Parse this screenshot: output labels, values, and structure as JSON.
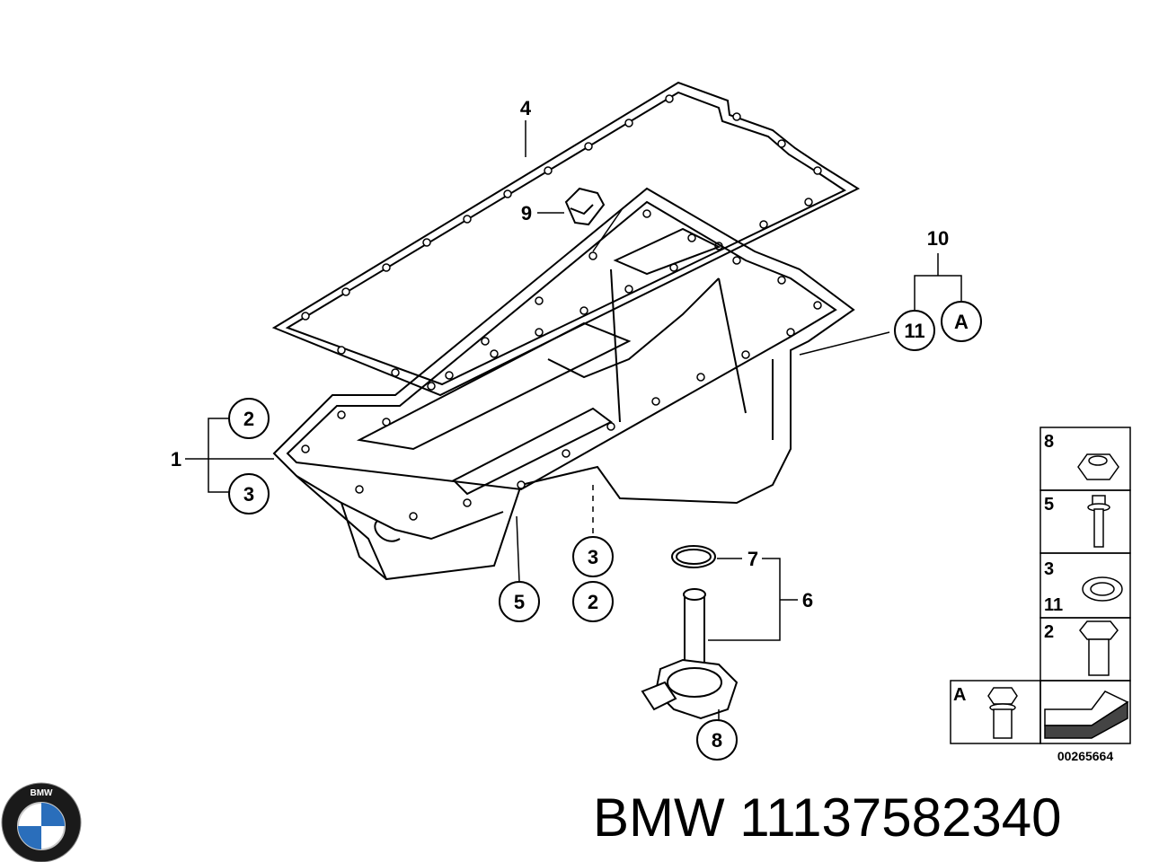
{
  "callouts": {
    "n4": "4",
    "n9": "9",
    "n10": "10",
    "n11_circle": "11",
    "nA_circle": "A",
    "n1": "1",
    "n2_left": "2",
    "n3_left": "3",
    "n3_mid": "3",
    "n2_mid": "2",
    "n5_circle": "5",
    "n7": "7",
    "n6": "6",
    "n8_circle": "8"
  },
  "legend": {
    "row_8": "8",
    "row_5": "5",
    "row_3": "3",
    "row_11": "11",
    "row_2": "2",
    "row_A": "A",
    "drawing_code": "00265664"
  },
  "logo": {
    "brand_letters": "BMW",
    "colors": {
      "ring": "#1a1a1a",
      "blue": "#2a6ebb",
      "white": "#ffffff"
    }
  },
  "footer": {
    "brand_and_part_number": "BMW 11137582340"
  }
}
